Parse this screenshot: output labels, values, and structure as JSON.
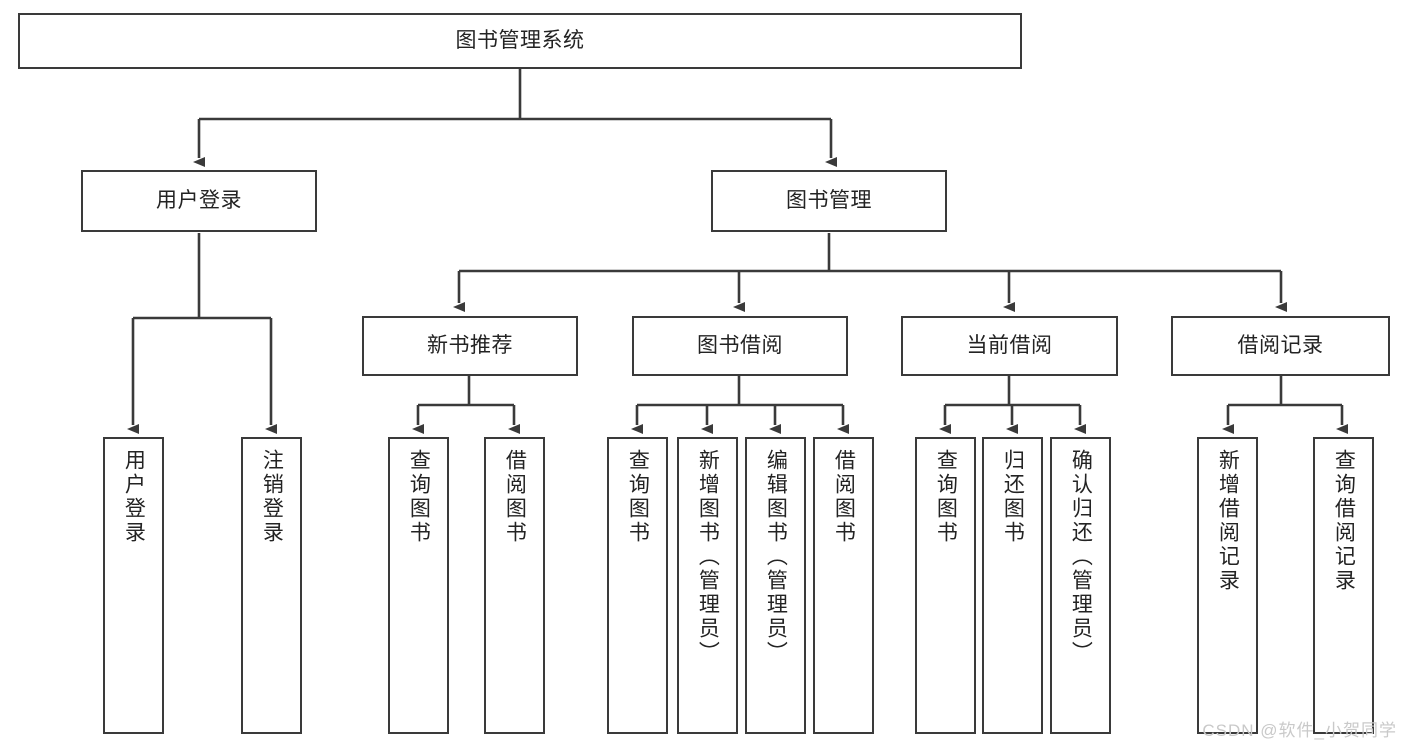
{
  "diagram": {
    "title": "图书管理系统",
    "type": "tree-hierarchy",
    "root": {
      "label": "图书管理系统"
    },
    "level2": [
      {
        "label": "用户登录"
      },
      {
        "label": "图书管理"
      }
    ],
    "level3": [
      {
        "label": "新书推荐"
      },
      {
        "label": "图书借阅"
      },
      {
        "label": "当前借阅"
      },
      {
        "label": "借阅记录"
      }
    ],
    "leaves": {
      "user_login": [
        {
          "label": "用户登录"
        },
        {
          "label": "注销登录"
        }
      ],
      "new_book_recommend": [
        {
          "label": "查询图书"
        },
        {
          "label": "借阅图书"
        }
      ],
      "book_borrow": [
        {
          "label": "查询图书"
        },
        {
          "label": "新增图书（管理员）"
        },
        {
          "label": "编辑图书（管理员）"
        },
        {
          "label": "借阅图书"
        }
      ],
      "current_borrow": [
        {
          "label": "查询图书"
        },
        {
          "label": "归还图书"
        },
        {
          "label": "确认归还（管理员）"
        }
      ],
      "borrow_record": [
        {
          "label": "新增借阅记录"
        },
        {
          "label": "查询借阅记录"
        }
      ]
    }
  },
  "watermark": {
    "text": "CSDN @软件_小贺同学"
  },
  "colors": {
    "border": "#3a3a3a",
    "text": "#232323",
    "background": "#ffffff",
    "watermark": "#c9c9c9"
  }
}
